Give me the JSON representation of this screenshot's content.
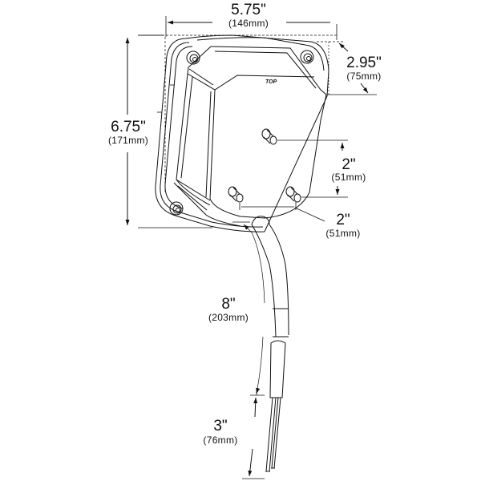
{
  "diagram": {
    "subject": "lamp housing rear view with pigtail lead",
    "stroke_color": "#111111",
    "background_color": "#ffffff",
    "housing_label": "TOP",
    "dimensions": {
      "width": {
        "imperial": "5.75\"",
        "metric": "(146mm)"
      },
      "height": {
        "imperial": "6.75\"",
        "metric": "(171mm)"
      },
      "depth": {
        "imperial": "2.95\"",
        "metric": "(75mm)"
      },
      "stud_vertical_spacing": {
        "imperial": "2\"",
        "metric": "(51mm)"
      },
      "stud_horizontal_spacing": {
        "imperial": "2\"",
        "metric": "(51mm)"
      },
      "lead_length": {
        "imperial": "8\"",
        "metric": "(203mm)"
      },
      "wire_strip_length": {
        "imperial": "3\"",
        "metric": "(76mm)"
      }
    }
  }
}
